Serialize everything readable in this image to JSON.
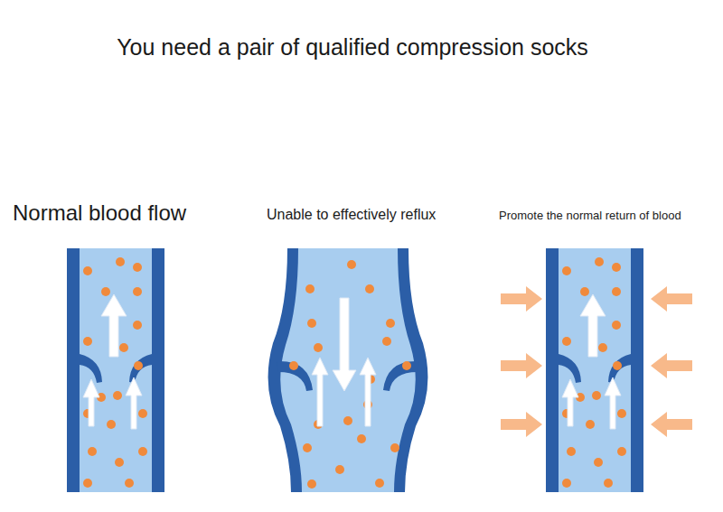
{
  "diagram": {
    "title": "You need a pair of qualified compression socks",
    "labels": [
      "Normal blood flow",
      "Unable to effectively reflux",
      "Promote the normal return of blood"
    ]
  }
}
